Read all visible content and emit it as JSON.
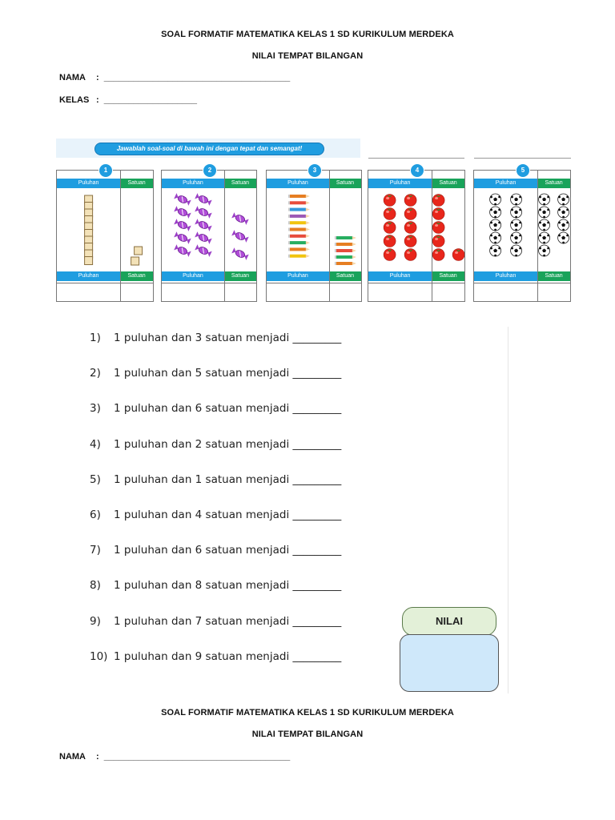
{
  "header": {
    "title": "SOAL FORMATIF MATEMATIKA KELAS 1 SD KURIKULUM MERDEKA",
    "subtitle": "NILAI TEMPAT BILANGAN",
    "name_label": "NAMA",
    "name_line": ":  ______________________________________",
    "class_label": "KELAS",
    "class_line": ":  ___________________"
  },
  "worksheet": {
    "instruction": "Jawablah soal-soal di bawah ini dengan tepat dan semangat!",
    "col_tens": "Puluhan",
    "col_ones": "Satuan",
    "boxes": [
      {
        "number": "1",
        "tens": 1,
        "ones": 2,
        "item": "cube-icon"
      },
      {
        "number": "2",
        "tens": 1,
        "ones": 3,
        "item": "candy-icon"
      },
      {
        "number": "3",
        "tens": 1,
        "ones": 5,
        "item": "pencil-icon"
      },
      {
        "number": "4",
        "tens": 1,
        "ones": 6,
        "item": "tomato-icon"
      },
      {
        "number": "5",
        "tens": 1,
        "ones": 9,
        "item": "soccer-ball-icon"
      }
    ],
    "colors": {
      "tens": "#1f9de0",
      "ones": "#19a35a",
      "tomato": "#e8261b"
    }
  },
  "questions": [
    {
      "n": "1)",
      "text": "1 puluhan dan 3 satuan menjadi _________"
    },
    {
      "n": "2)",
      "text": "1 puluhan dan 5 satuan menjadi _________"
    },
    {
      "n": "3)",
      "text": "1 puluhan dan 6 satuan menjadi _________"
    },
    {
      "n": "4)",
      "text": "1 puluhan dan 2 satuan menjadi _________"
    },
    {
      "n": "5)",
      "text": "1 puluhan dan 1 satuan menjadi _________"
    },
    {
      "n": "6)",
      "text": "1 puluhan dan 4 satuan menjadi _________"
    },
    {
      "n": "7)",
      "text": "1 puluhan dan 6 satuan menjadi _________"
    },
    {
      "n": "8)",
      "text": "1 puluhan dan 8 satuan menjadi _________"
    },
    {
      "n": "9)",
      "text": "1 puluhan dan 7 satuan menjadi _________"
    },
    {
      "n": "10)",
      "text": "1 puluhan dan 9 satuan menjadi _________"
    }
  ],
  "score": {
    "label": "NILAI"
  },
  "footer": {
    "title": "SOAL FORMATIF MATEMATIKA KELAS 1 SD KURIKULUM MERDEKA",
    "subtitle": "NILAI TEMPAT BILANGAN",
    "name_label": "NAMA",
    "name_line": ":  ______________________________________"
  }
}
